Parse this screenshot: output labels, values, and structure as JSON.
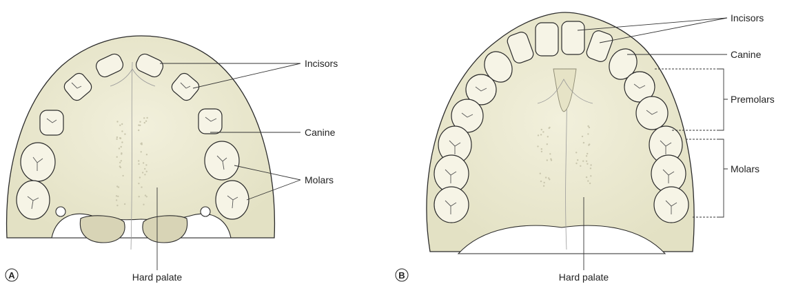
{
  "panel_a": {
    "letter": "A",
    "labels": {
      "incisors": "Incisors",
      "canine": "Canine",
      "molars": "Molars",
      "hard_palate": "Hard palate"
    }
  },
  "panel_b": {
    "letter": "B",
    "labels": {
      "incisors": "Incisors",
      "canine": "Canine",
      "premolars": "Premolars",
      "molars": "Molars",
      "hard_palate": "Hard palate"
    }
  },
  "colors": {
    "palate_fill": "#e9e7cf",
    "tooth_fill": "#f6f4e6",
    "outline": "#2a2a2a"
  }
}
